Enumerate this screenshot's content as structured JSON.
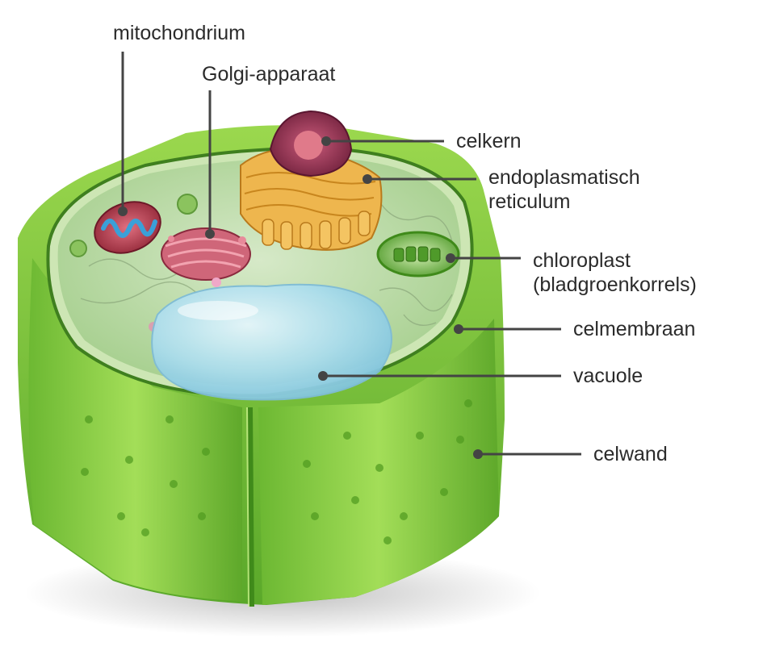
{
  "labels": {
    "mitochondrion": "mitochondrium",
    "golgi": "Golgi-apparaat",
    "nucleus": "celkern",
    "er_line1": "endoplasmatisch",
    "er_line2": "reticulum",
    "chloroplast_line1": "chloroplast",
    "chloroplast_line2": "(bladgroenkorrels)",
    "membrane": "celmembraan",
    "vacuole": "vacuole",
    "cell_wall": "celwand"
  },
  "colors": {
    "wall_green": "#7cc63a",
    "wall_dark": "#4f9a1f",
    "cytoplasm": "#b9d9a4",
    "vacuole": "#a9dcec",
    "mitochondrion": "#b83a4a",
    "golgi": "#c4566a",
    "er": "#e9b04a",
    "nucleus": "#8a2f4a",
    "chloroplast": "#5fae3a",
    "leader": "#444444"
  }
}
